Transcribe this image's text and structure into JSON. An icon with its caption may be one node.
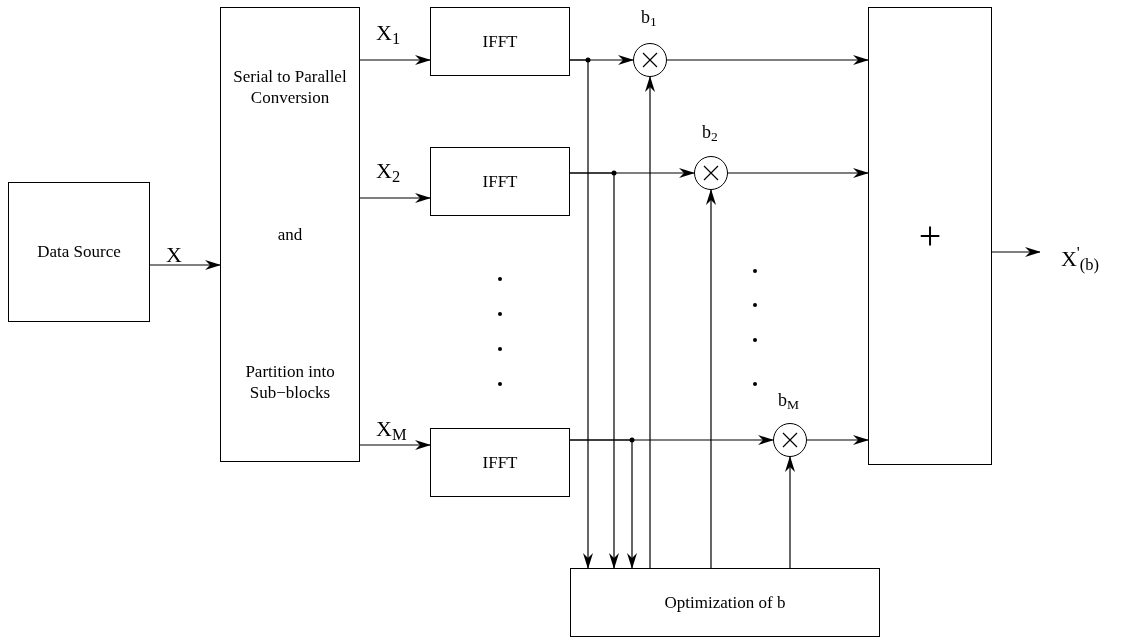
{
  "diagram": {
    "nodes": [
      {
        "text": [
          "Data Source"
        ]
      },
      {
        "text": [
          "Serial to Parallel Conversion",
          "and",
          "Partition into Sub−blocks"
        ]
      },
      {
        "text": [
          "IFFT"
        ]
      },
      {
        "text": [
          "IFFT"
        ]
      },
      {
        "text": [
          "IFFT"
        ]
      },
      {
        "text": [],
        "shape": "circle",
        "beside": [
          "b$_{1}$"
        ]
      },
      {
        "text": [],
        "shape": "circle",
        "beside": [
          "b$_{2}$"
        ]
      },
      {
        "text": [],
        "shape": "circle",
        "beside": [
          "b$_{M}$"
        ]
      },
      {
        "text": [
          "+"
        ]
      },
      {
        "text": [
          "Optimization of b"
        ]
      },
      {
        "text": [
          "X$^{'}$$_{(b)}$"
        ]
      }
    ],
    "edges": [
      {
        "from": 0,
        "to": 1,
        "arrow": "to",
        "label": "X"
      },
      {
        "from": 1,
        "to": 2,
        "arrow": "to",
        "label": "X$_{1}$"
      },
      {
        "from": 1,
        "to": 3,
        "arrow": "to",
        "label": "X$_{2}$"
      },
      {
        "from": 1,
        "to": 4,
        "arrow": "to",
        "label": "X$_{M}$"
      },
      {
        "from": 2,
        "to": 5,
        "arrow": "to"
      },
      {
        "from": 3,
        "to": 6,
        "arrow": "to"
      },
      {
        "from": 4,
        "to": 7,
        "arrow": "to"
      },
      {
        "from": 5,
        "to": 8,
        "arrow": "to"
      },
      {
        "from": 6,
        "to": 8,
        "arrow": "to"
      },
      {
        "from": 7,
        "to": 8,
        "arrow": "to"
      },
      {
        "from": 8,
        "to": 10,
        "arrow": "to"
      },
      {
        "from": 2,
        "to": 9,
        "arrow": "to"
      },
      {
        "from": 3,
        "to": 9,
        "arrow": "to"
      },
      {
        "from": 4,
        "to": 9,
        "arrow": "to"
      },
      {
        "from": 9,
        "to": 5,
        "arrow": "to"
      },
      {
        "from": 9,
        "to": 6,
        "arrow": "to"
      },
      {
        "from": 9,
        "to": 7,
        "arrow": "to"
      }
    ]
  }
}
